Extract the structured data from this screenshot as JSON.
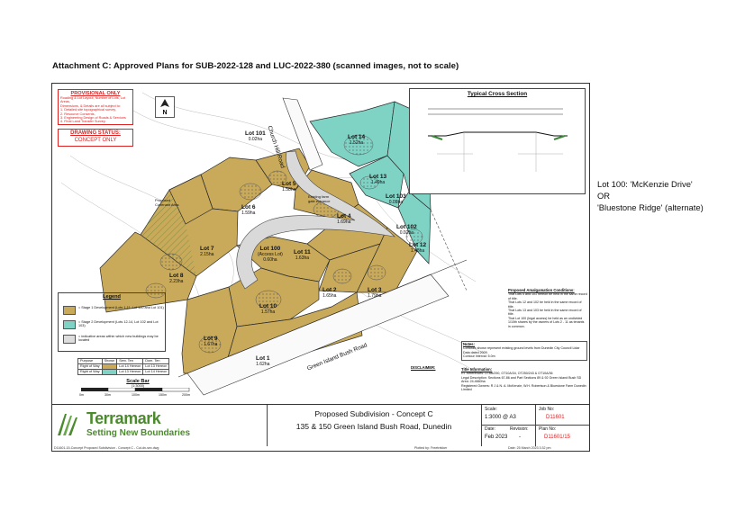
{
  "attachment_title": "Attachment C: Approved Plans for SUB-2022-128 and LUC-2022-380 (scanned images, not to scale)",
  "side_note": {
    "line1": "Lot 100: 'McKenzie Drive'",
    "line2": "OR",
    "line3": "'Bluestone Ridge' (alternate)"
  },
  "colors": {
    "stage1": "#c9aa5b",
    "stage2": "#7fd3c4",
    "provisional_red": "#dd2222",
    "logo_green": "#4c8a2e"
  },
  "provisional": {
    "heading": "PROVISIONAL ONLY",
    "lines": [
      "Roading & Lot Layout, Number of Lots, Lot Areas,",
      "Dimensions, & Details are all subject to:",
      "1. Detailed site topographical survey,",
      "2. Resource Consents,",
      "3. Engineering Design of Roads & Services",
      "4. Final Land Transfer Survey."
    ]
  },
  "drawing_status": {
    "heading": "DRAWING STATUS:",
    "value": "CONCEPT ONLY"
  },
  "north_letter": "N",
  "lots": [
    {
      "name": "Lot 101",
      "area": "0.02ha"
    },
    {
      "name": "Lot 14",
      "area": "1.52ha"
    },
    {
      "name": "Lot 13",
      "area": "1.49ha"
    },
    {
      "name": "Lot 103",
      "area": "0.09ha"
    },
    {
      "name": "Lot 102",
      "area": "0.02ha"
    },
    {
      "name": "Lot 12",
      "area": "1.48ha"
    },
    {
      "name": "Lot 5",
      "area": "1.58ha"
    },
    {
      "name": "Lot 6",
      "area": "1.59ha"
    },
    {
      "name": "Lot 4",
      "area": "1.69ha"
    },
    {
      "name": "Lot 7",
      "area": "2.15ha"
    },
    {
      "name": "Lot 100",
      "sub": "(Access Lot)",
      "area": "0.60ha"
    },
    {
      "name": "Lot 11",
      "area": "1.63ha"
    },
    {
      "name": "Lot 8",
      "area": "2.23ha"
    },
    {
      "name": "Lot 2",
      "area": "1.65ha"
    },
    {
      "name": "Lot 3",
      "area": "1.79ha"
    },
    {
      "name": "Lot 10",
      "area": "1.57ha"
    },
    {
      "name": "Lot 9",
      "area": "1.67ha"
    },
    {
      "name": "Lot 1",
      "area": "1.62ha"
    }
  ],
  "map_notes": {
    "church_hill_road": "Church Hill Road",
    "green_island_bush_road": "Green Island Bush Road",
    "proposed_covenant": "Proposed Covenant Area",
    "existing_farm_gate": "Existing farm gate entrance"
  },
  "cross_section": {
    "title": "Typical Cross Section"
  },
  "legend": {
    "heading": "Legend",
    "items": [
      {
        "text": "= Stage 1 Development (Lots 1-11, Lot 100 and Lot 101)"
      },
      {
        "text": "= Stage 2 Development (Lots 12-14, Lot 102 and Lot 103)"
      },
      {
        "text": "= indicative areas within which new buildings may be located"
      }
    ]
  },
  "row_table": {
    "headers": [
      "Purpose",
      "Shown",
      "Serv. Ten",
      "Dom. Ten"
    ],
    "rows": [
      [
        "Right of Way",
        "",
        "Lot 14 Hereon",
        "Lot 13 Hereon"
      ],
      [
        "Right of Way",
        "",
        "Lot 13 Hereon",
        "Lot 14 Hereon"
      ]
    ]
  },
  "scale_bar": {
    "heading": "Scale Bar",
    "sub": "(1:3000)",
    "ticks": [
      "0m",
      "30m",
      "100m",
      "150m",
      "200m"
    ]
  },
  "amalgamation": {
    "heading": "Proposed Amalgamation Conditions:",
    "lines": [
      "That Lots 5 and 101 hereon be held in the same record of title.",
      "That Lots 12 and 102 be held in the same record of title.",
      "That Lots 13 and 103 be held in the same record of title.",
      "That Lot 100 (legal access) be held as an undivided 1/10th shares by the owners of Lots 2 - 11 as tenants in common."
    ]
  },
  "notes": {
    "heading": "Notes:",
    "line": "Contours shown represent existing ground levels from Dunedin City Council Lidar Data dated 2009.",
    "contour_label": "Contour Interval:",
    "contour_value": "5.0m"
  },
  "title_info": {
    "heading": "Title Information:",
    "rows": [
      {
        "k": "RT References:",
        "v": "OT6B/290, OT10A/34, OT250/243 & OT10A/36"
      },
      {
        "k": "Legal Description:",
        "v": "Sections 67-86 and Part Sections 89 & 92 Green Island Bush SD"
      },
      {
        "k": "Area:",
        "v": "24.4660ha"
      },
      {
        "k": "Registered Owners:",
        "v": "R J & N. A. McKenzie, W.H. Robertson & Bluestone Farm Dunedin Limited"
      }
    ]
  },
  "disclaimer": {
    "heading": "DISCLAIMER:"
  },
  "logo": {
    "word": "Terramark",
    "tagline": "Setting New Boundaries"
  },
  "project": {
    "line1": "Proposed Subdivision - Concept C",
    "line2": "135 & 150 Green Island Bush Road, Dunedin"
  },
  "title_block": {
    "scale_label": "Scale:",
    "scale_value": "1:3000 @ A3",
    "job_label": "Job No:",
    "job_value": "D11601",
    "date_label": "Date:",
    "date_value": "Feb 2023",
    "revision_label": "Revision:",
    "revision_value": "-",
    "plan_label": "Plan No:",
    "plan_value": "D11601/15"
  },
  "footer": {
    "file": "D11601-15-Concept Proposed Subdivision - Concept C - Cut-dn-sec.dwg",
    "plotted": "Plotted by: Freetrekker",
    "date": "Date: 25 March 2023 3:32 pm"
  }
}
